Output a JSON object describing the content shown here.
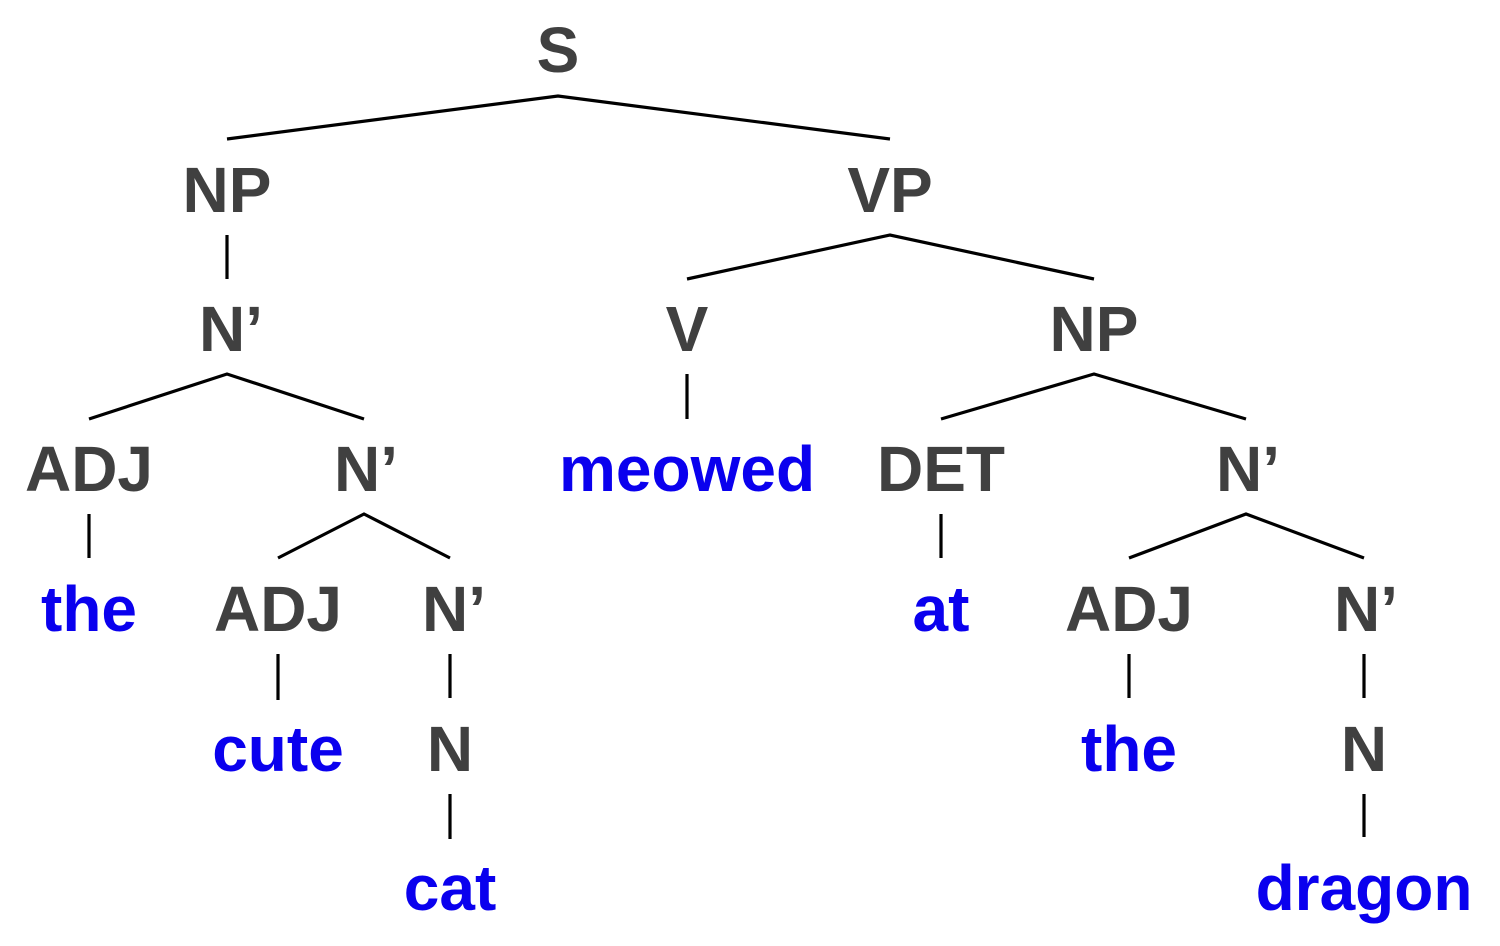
{
  "colors": {
    "category": "#404040",
    "word": "#0a00ee",
    "edge": "#000000"
  },
  "nodes": {
    "s": "S",
    "np_subject": "NP",
    "vp": "VP",
    "nbar_subject": "N’",
    "v": "V",
    "np_object": "NP",
    "adj_1": "ADJ",
    "nbar_2": "N’",
    "meowed": "meowed",
    "det": "DET",
    "nbar_object": "N’",
    "the_1": "the",
    "adj_2": "ADJ",
    "nbar_3": "N’",
    "at": "at",
    "adj_3": "ADJ",
    "nbar_object_2": "N’",
    "cute": "cute",
    "n_cat": "N",
    "the_2": "the",
    "n_dragon": "N",
    "cat": "cat",
    "dragon": "dragon"
  }
}
